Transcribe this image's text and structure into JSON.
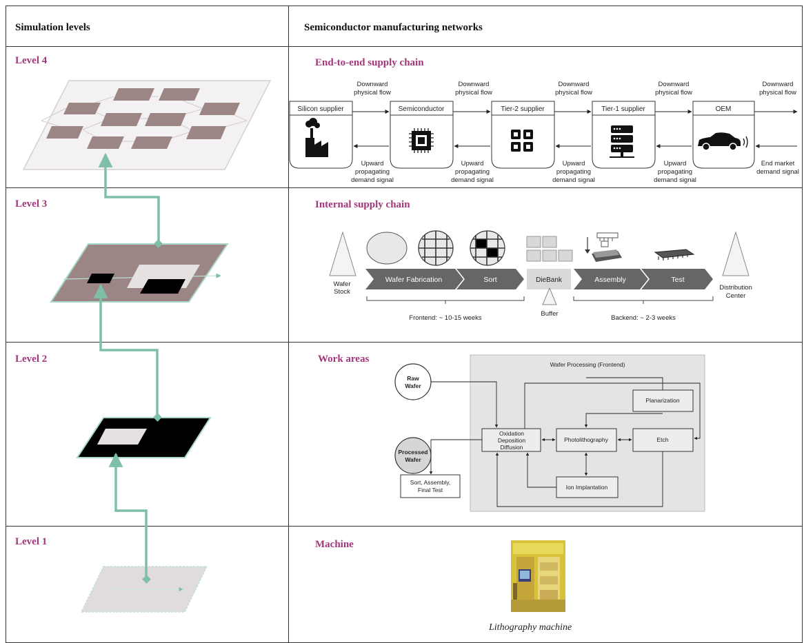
{
  "header": {
    "left": "Simulation levels",
    "right": "Semiconductor manufacturing networks"
  },
  "levels": [
    "Level 4",
    "Level 3",
    "Level 2",
    "Level 1"
  ],
  "sections": {
    "level4": {
      "title": "End-to-end supply chain",
      "nodes": [
        "Silicon supplier",
        "Semiconductor",
        "Tier-2 supplier",
        "Tier-1 supplier",
        "OEM"
      ],
      "downward_l1": "Downward",
      "downward_l2": "physical flow",
      "upward_l1": "Upward",
      "upward_l2": "propagating",
      "upward_l3": "demand signal",
      "end_market_l1": "End market",
      "end_market_l2": "demand signal"
    },
    "level3": {
      "title": "Internal supply chain",
      "wafer_stock_l1": "Wafer",
      "wafer_stock_l2": "Stock",
      "stage_wafer_fab": "Wafer Fabrication",
      "stage_sort": "Sort",
      "diebank": "DieBank",
      "buffer": "Buffer",
      "stage_assembly": "Assembly",
      "stage_test": "Test",
      "distribution_l1": "Distribution",
      "distribution_l2": "Center",
      "frontend": "Frontend: ~ 10-15 weeks",
      "backend": "Backend: ~ 2-3 weeks"
    },
    "level2": {
      "title": "Work areas",
      "panel_title": "Wafer Processing (Frontend)",
      "raw_l1": "Raw",
      "raw_l2": "Wafer",
      "processed_l1": "Processed",
      "processed_l2": "Wafer",
      "odd_l1": "Oxidation",
      "odd_l2": "Deposition",
      "odd_l3": "Diffusion",
      "photo": "Photolithography",
      "etch": "Etch",
      "planarization": "Planarization",
      "ion": "Ion Implantation",
      "final_l1": "Sort, Assembly,",
      "final_l2": "Final Test"
    },
    "level1": {
      "title": "Machine",
      "caption": "Lithography machine"
    }
  },
  "colors": {
    "level_title": "#a3357a",
    "connector": "#7fbfa8",
    "plane_brown": "#9c8585",
    "chevron": "#666666"
  }
}
